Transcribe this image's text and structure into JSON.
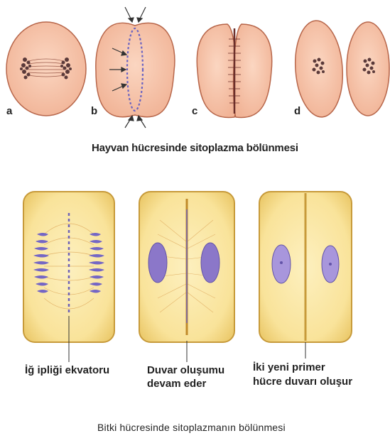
{
  "animal": {
    "labels": [
      "a",
      "b",
      "c",
      "d"
    ],
    "caption": "Hayvan hücresinde sitoplazma bölünmesi"
  },
  "plant": {
    "labels": {
      "spindle_equator": "İğ ipliği ekvatoru",
      "wall_forming_1": "Duvar oluşumu",
      "wall_forming_2": "devam eder",
      "new_walls_1": "İki yeni primer",
      "new_walls_2": "hücre duvarı oluşur"
    },
    "caption": "Bitki hücresinde sitoplazmanın bölünmesi"
  },
  "colors": {
    "animal_cell": "#f6c3a8",
    "animal_outline": "#b7664a",
    "chromosome": "#5b3a3a",
    "plant_cell": "#fbe6a0",
    "plant_outline": "#c79a3a",
    "nucleus": "#8b77c9",
    "spindle_fiber": "#e3b46a"
  }
}
